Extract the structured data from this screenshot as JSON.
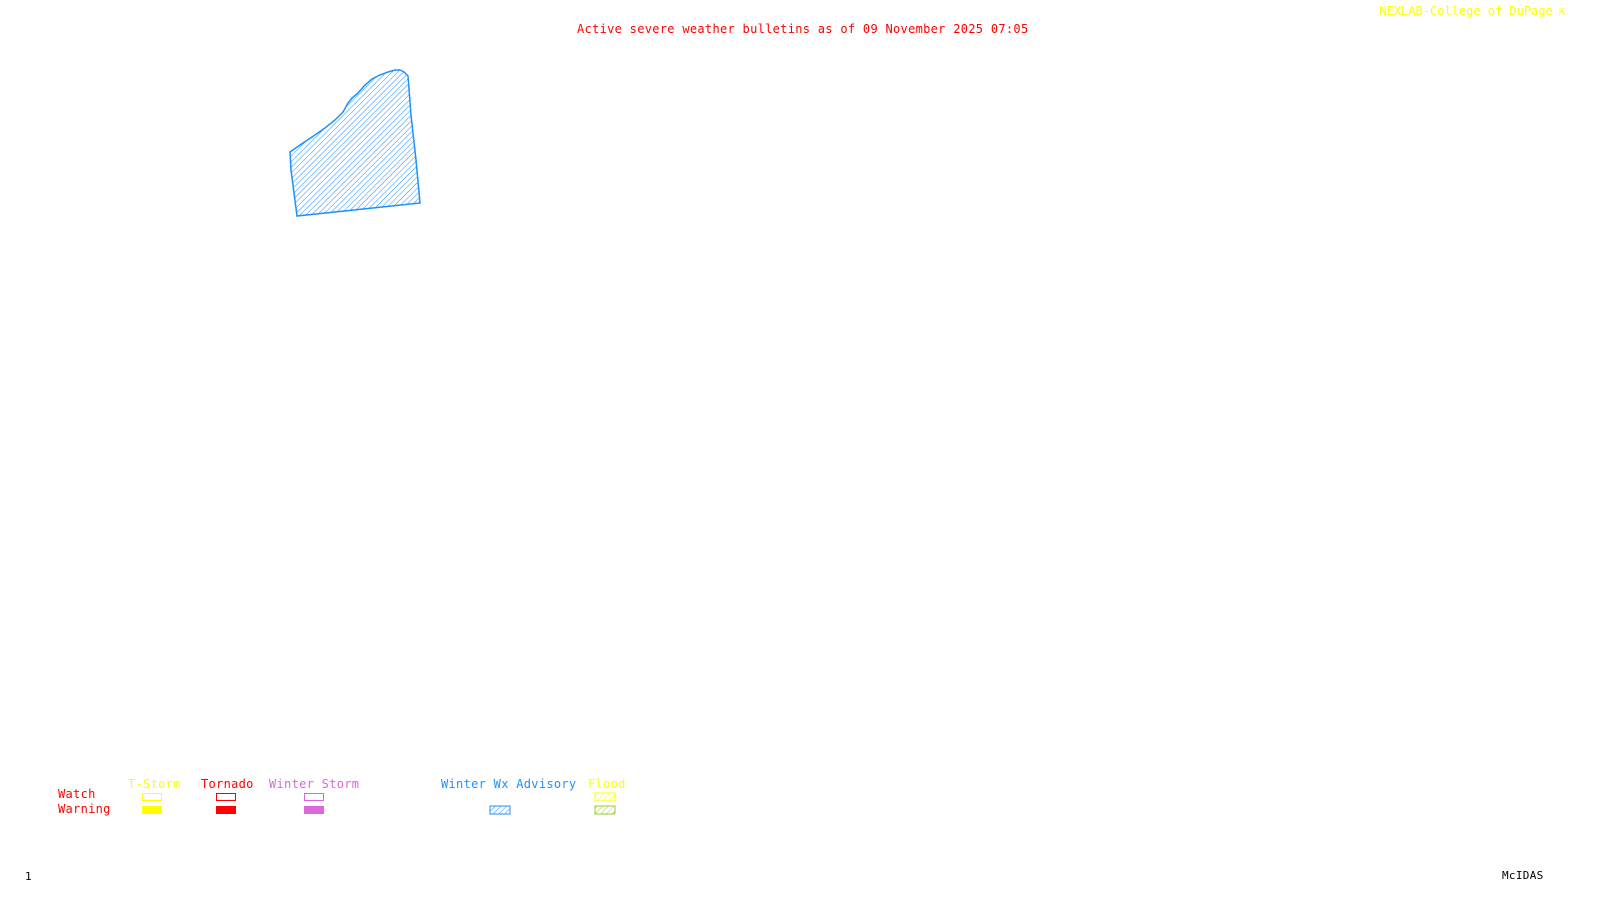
{
  "title": "Active severe weather bulletins as of 09 November 2025 07:05",
  "credit": "NEXLAB-College of DuPage",
  "frame_number": "1",
  "software": "McIDAS",
  "colors": {
    "title": "#ff0000",
    "credit": "#ffff00",
    "tstorm": "#ffff00",
    "tornado": "#ff0000",
    "winter_storm": "#dd66dd",
    "winter_advisory": "#1e90ff",
    "flood": "#ffff00",
    "flood_warning": "#9acd32"
  },
  "map": {
    "active_bulletins": [
      {
        "type": "Winter Wx Advisory",
        "style": "hatched",
        "color": "#1e90ff"
      }
    ]
  },
  "legend": {
    "row_labels": {
      "watch": "Watch",
      "warning": "Warning"
    },
    "categories": [
      {
        "label": "T-Storm",
        "watch": "outline",
        "warning": "filled"
      },
      {
        "label": "Tornado",
        "watch": "outline",
        "warning": "filled"
      },
      {
        "label": "Winter Storm",
        "watch": "outline",
        "warning": "filled"
      },
      {
        "label": "Winter Wx Advisory",
        "watch": "none",
        "warning": "hatched"
      },
      {
        "label": "Flood",
        "watch": "hatched",
        "warning": "hatched"
      }
    ]
  }
}
